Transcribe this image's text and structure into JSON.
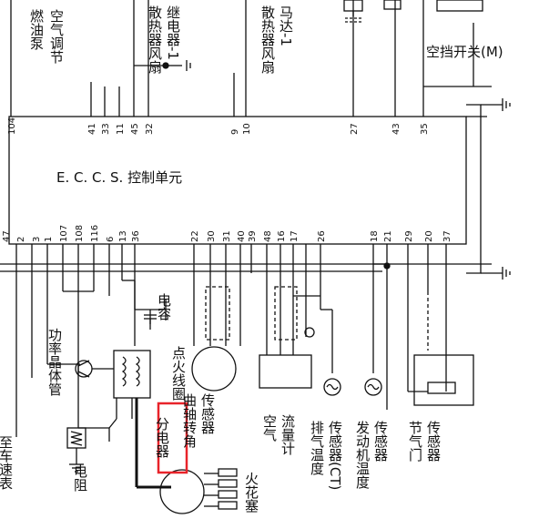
{
  "unit": {
    "title": "E. C. C. S. 控制单元"
  },
  "top_labels": {
    "fuel_pump": "燃油泵",
    "ac_regulator": "空气调节",
    "fan_relay_line1": "散热器风扇",
    "fan_relay_line2": "继电器-1",
    "fan_motor_line1": "散热器风扇",
    "fan_motor_line2": "马达-1",
    "neutral_switch": "空挡开关(M)"
  },
  "top_pins": [
    "104",
    "41",
    "33",
    "11",
    "45",
    "32",
    "9",
    "10",
    "27",
    "43",
    "35"
  ],
  "bottom_pins": [
    "47",
    "2",
    "3",
    "1",
    "107",
    "108",
    "116",
    "6",
    "13",
    "36",
    "22",
    "30",
    "31",
    "40",
    "39",
    "48",
    "16",
    "17",
    "26",
    "18",
    "21",
    "29",
    "20",
    "37"
  ],
  "components": {
    "vehicle_speed": "至车速表",
    "resistor": "电阻",
    "power_transistor": "功率晶体管",
    "ignition_coil": "点火线圈",
    "capacitor": "电容",
    "distributor": "分电器",
    "crank_sensor_line1": "曲轴转角",
    "crank_sensor_line2": "传感器",
    "spark_plug": "火花塞",
    "airflow_meter_line1": "空气",
    "airflow_meter_line2": "流量计",
    "exhaust_temp_line1": "排气温度",
    "exhaust_temp_line2": "传感器(CT)",
    "engine_temp_line1": "发动机温度",
    "engine_temp_line2": "传感器",
    "throttle_line1": "节气门",
    "throttle_line2": "传感器"
  },
  "highlight": {
    "target": "分电器",
    "color": "#e8232a"
  },
  "colors": {
    "line": "#111111",
    "background": "#ffffff"
  }
}
